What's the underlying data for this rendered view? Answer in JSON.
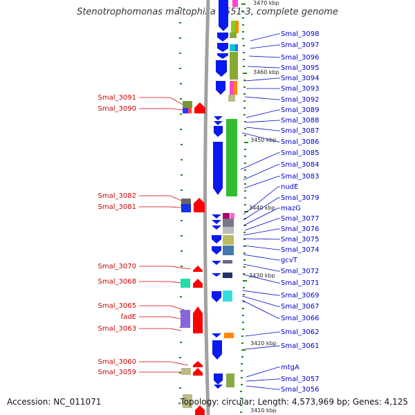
{
  "title": "Stenotrophomonas maltophilia R551-3, complete genome",
  "accession": "Accession: NC_011071",
  "topology": "Topology: circular; Length: 4,573,969 bp; Genes: 4,125",
  "colors": {
    "forward": "#ff0000",
    "reverse": "#0000ee",
    "label_forward": "#cc0000",
    "label_reverse": "#0000cc",
    "backbone": "#999999"
  },
  "scale_labels": [
    "3470 kbp",
    "3460 kbp",
    "3450 kbp",
    "3440 kbp",
    "3430 kbp",
    "3420 kbp",
    "3410 kbp"
  ],
  "left_labels": [
    "Smal_3091",
    "Smal_3090",
    "Smal_3082",
    "Smal_3081",
    "Smal_3070",
    "Smal_3068",
    "Smal_3065",
    "fadE",
    "Smal_3063",
    "Smal_3060",
    "Smal_3059"
  ],
  "right_labels": [
    "Smal_3098",
    "Smal_3097",
    "Smal_3096",
    "Smal_3095",
    "Smal_3094",
    "Smal_3093",
    "Smal_3092",
    "Smal_3089",
    "Smal_3088",
    "Smal_3087",
    "Smal_3086",
    "Smal_3085",
    "Smal_3084",
    "Smal_3083",
    "nudE",
    "Smal_3079",
    "mazG",
    "Smal_3077",
    "Smal_3076",
    "Smal_3075",
    "Smal_3074",
    "gcvT",
    "Smal_3072",
    "Smal_3071",
    "Smal_3069",
    "Smal_3067",
    "Smal_3066",
    "Smal_3062",
    "Smal_3061",
    "mtgA",
    "Smal_3057",
    "Smal_3056"
  ]
}
